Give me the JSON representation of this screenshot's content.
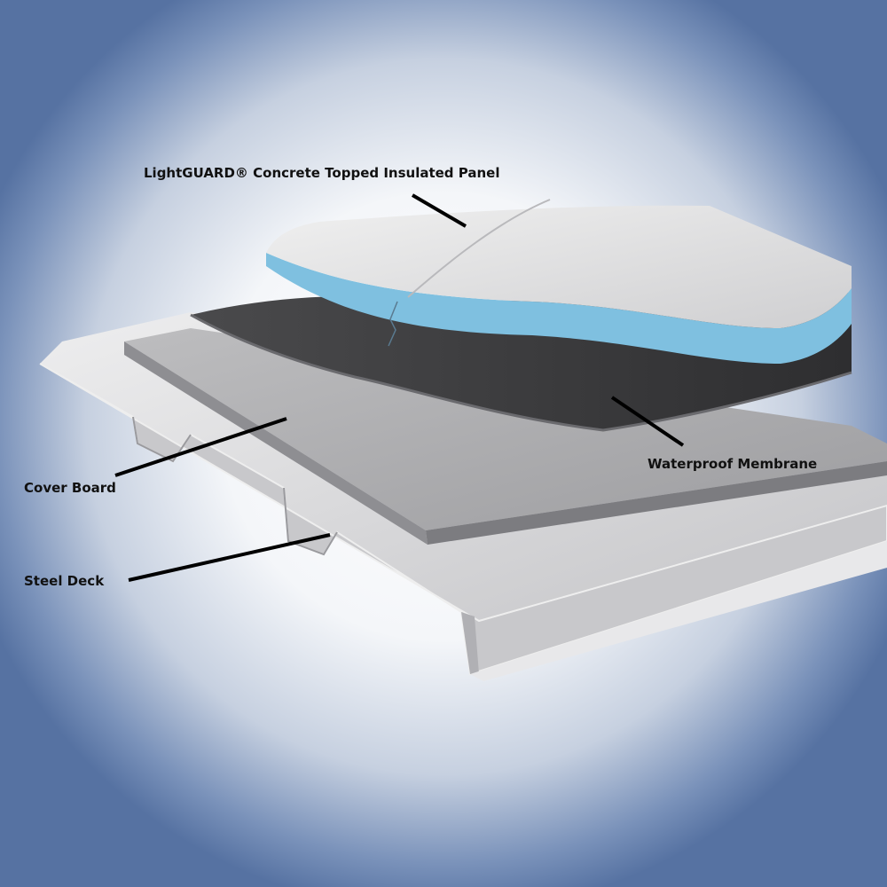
{
  "labels": {
    "panel": "LightGUARD® Concrete Topped Insulated Panel",
    "membrane": "Waterproof Membrane",
    "cover_board": "Cover Board",
    "steel_deck": "Steel Deck"
  },
  "colors": {
    "background_edge": "#5672a2",
    "insulation": "#7fc0e0",
    "concrete": "#d8d8d8",
    "membrane": "#3a3a3c",
    "cover_board": "#a9a9ab",
    "steel": "#d4d4d6"
  }
}
